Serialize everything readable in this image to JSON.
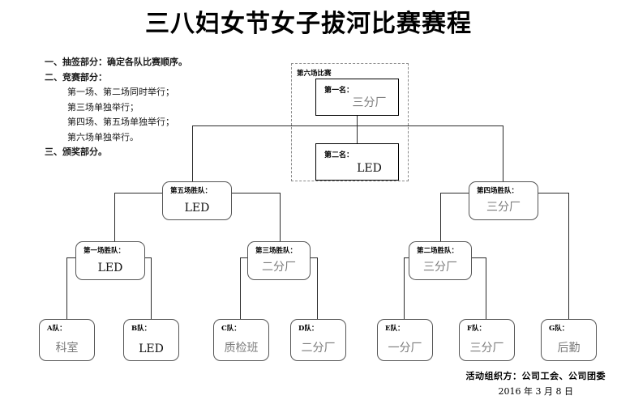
{
  "title": "三八妇女节女子拔河比赛赛程",
  "notes": [
    {
      "text": "一、抽签部分：确定各队比赛顺序。",
      "bold": true,
      "indent": false
    },
    {
      "text": "二、竞赛部分：",
      "bold": true,
      "indent": false
    },
    {
      "text": "第一场、第二场同时举行；",
      "bold": false,
      "indent": true
    },
    {
      "text": "第三场单独举行；",
      "bold": false,
      "indent": true
    },
    {
      "text": "第四场、第五场单独举行；",
      "bold": false,
      "indent": true
    },
    {
      "text": "第六场单独举行。",
      "bold": false,
      "indent": true
    },
    {
      "text": "三、颁奖部分。",
      "bold": true,
      "indent": false
    }
  ],
  "final_group": {
    "title": "第六场比赛",
    "first_place": {
      "label": "第一名：",
      "value": "三分厂"
    },
    "second_place": {
      "label": "第二名：",
      "value": "LED"
    }
  },
  "semifinals": [
    {
      "label": "第五场胜队：",
      "value": "LED"
    },
    {
      "label": "第四场胜队：",
      "value": "三分厂"
    }
  ],
  "quarterfinals": [
    {
      "label": "第一场胜队：",
      "value": "LED"
    },
    {
      "label": "第三场胜队：",
      "value": "二分厂"
    },
    {
      "label": "第二场胜队：",
      "value": "三分厂"
    }
  ],
  "teams": [
    {
      "label": "A队：",
      "value": "科室"
    },
    {
      "label": "B队：",
      "value": "LED"
    },
    {
      "label": "C队：",
      "value": "质检班"
    },
    {
      "label": "D队：",
      "value": "二分厂"
    },
    {
      "label": "E队：",
      "value": "一分厂"
    },
    {
      "label": "F队：",
      "value": "三分厂"
    },
    {
      "label": "G队：",
      "value": "后勤"
    }
  ],
  "footer": {
    "organizer": "活动组织方：公司工会、公司团委",
    "date": "2016 年 3 月 8 日"
  },
  "colors": {
    "ink": "#000000",
    "line": "#2b2b2b",
    "box_border": "#555555",
    "value_gray": "#7b7b7b",
    "dashed": "#8a8a8a"
  }
}
